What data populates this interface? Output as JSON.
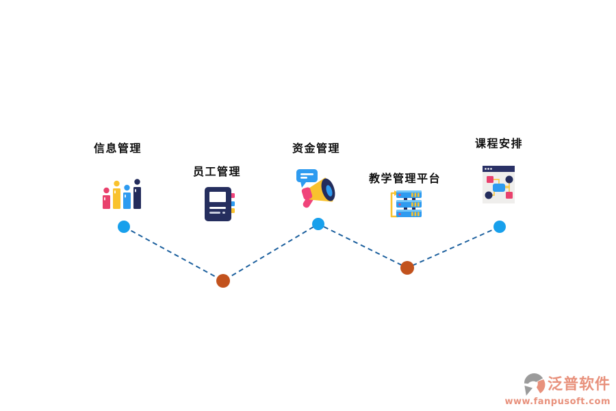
{
  "diagram": {
    "items": [
      {
        "label": "信息管理",
        "icon": "people-bar-chart-icon"
      },
      {
        "label": "员工管理",
        "icon": "notebook-icon"
      },
      {
        "label": "资金管理",
        "icon": "megaphone-icon"
      },
      {
        "label": "教学管理平台",
        "icon": "server-stack-icon"
      },
      {
        "label": "课程安排",
        "icon": "flowchart-window-icon"
      }
    ],
    "colors": {
      "node_blue": "#18A0EC",
      "node_orange": "#C2521D",
      "line": "#1B5F9D",
      "label_text": "#0d0d0d",
      "accent_pink": "#E9416D",
      "accent_yellow": "#F9C22E",
      "accent_blue": "#2E9BF0",
      "accent_navy": "#232C5C"
    }
  },
  "watermark": {
    "brand": "泛普软件",
    "url": "www.fanpusoft.com",
    "color": "#E8917C"
  }
}
